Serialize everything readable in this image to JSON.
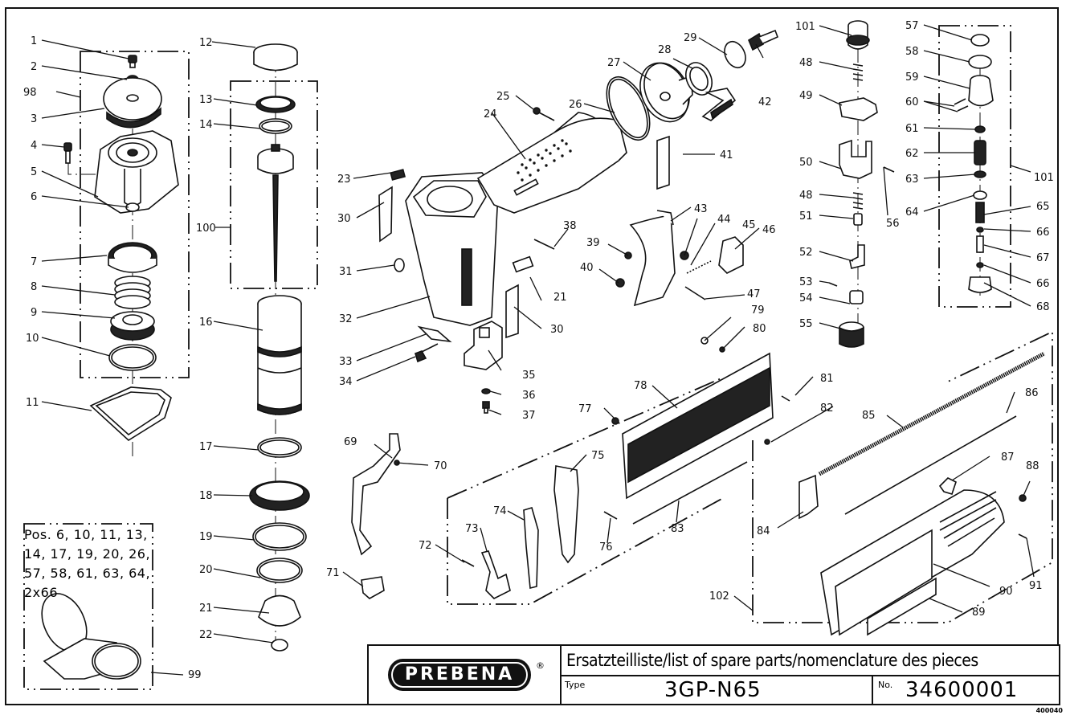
{
  "document": {
    "brand": "PREBENA",
    "registered_mark": "®",
    "title": "Ersatzteilliste/list of spare parts/nomenclature des pieces",
    "type_label": "Type",
    "type_value": "3GP-N65",
    "number_label": "No.",
    "number_value": "34600001",
    "doc_code": "400040"
  },
  "kit_note": {
    "text": "Pos. 6, 10, 11, 13, 14, 17, 19, 20, 26, 57, 58, 61, 63, 64, 2x66",
    "callout": "99"
  },
  "callouts": {
    "c1": "1",
    "c2": "2",
    "c98": "98",
    "c3": "3",
    "c4": "4",
    "c5": "5",
    "c6": "6",
    "c7": "7",
    "c8": "8",
    "c9": "9",
    "c10": "10",
    "c11": "11",
    "c12": "12",
    "c13": "13",
    "c14": "14",
    "c100": "100",
    "c16": "16",
    "c17": "17",
    "c18": "18",
    "c19": "19",
    "c20": "20",
    "c21a": "21",
    "c22": "22",
    "c23": "23",
    "c24": "24",
    "c25": "25",
    "c26": "26",
    "c27": "27",
    "c28": "28",
    "c29": "29",
    "c30a": "30",
    "c30b": "30",
    "c31": "31",
    "c32": "32",
    "c33": "33",
    "c34": "34",
    "c35": "35",
    "c36": "36",
    "c37": "37",
    "c38": "38",
    "c21b": "21",
    "c39": "39",
    "c40": "40",
    "c41": "41",
    "c42": "42",
    "c43": "43",
    "c44": "44",
    "c45": "45",
    "c46": "46",
    "c47": "47",
    "c101a": "101",
    "c48a": "48",
    "c49": "49",
    "c50": "50",
    "c48b": "48",
    "c51": "51",
    "c52": "52",
    "c53": "53",
    "c54": "54",
    "c55": "55",
    "c56": "56",
    "c57": "57",
    "c58": "58",
    "c59": "59",
    "c60": "60",
    "c61": "61",
    "c62": "62",
    "c63": "63",
    "c64": "64",
    "c101b": "101",
    "c65": "65",
    "c66a": "66",
    "c67": "67",
    "c66b": "66",
    "c68": "68",
    "c69": "69",
    "c70": "70",
    "c71": "71",
    "c72": "72",
    "c73": "73",
    "c74": "74",
    "c75": "75",
    "c76": "76",
    "c77": "77",
    "c78": "78",
    "c79": "79",
    "c80": "80",
    "c81": "81",
    "c82": "82",
    "c83": "83",
    "c84": "84",
    "c85": "85",
    "c86": "86",
    "c87": "87",
    "c88": "88",
    "c89": "89",
    "c90": "90",
    "c91": "91",
    "c102": "102"
  }
}
